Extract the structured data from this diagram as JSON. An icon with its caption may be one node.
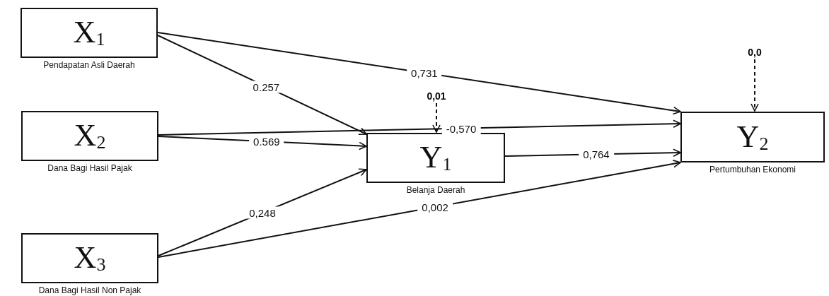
{
  "diagram": {
    "nodes": [
      {
        "text": [
          "X$_{1}$"
        ],
        "beside": [
          "Pendapatan Asli Daerah"
        ]
      },
      {
        "text": [
          "X$_{2}$"
        ],
        "beside": [
          "Dana Bagi Hasil Pajak"
        ]
      },
      {
        "text": [
          "X$_{3}$"
        ],
        "beside": [
          "Dana Bagi Hasil Non Pajak"
        ]
      },
      {
        "text": [
          "Y$_{1}$"
        ],
        "beside": [
          "Belanja Daerah"
        ]
      },
      {
        "text": [
          "Y$_{2}$"
        ],
        "beside": [
          "Pertumbuhan Ekonomi"
        ]
      },
      {
        "text": [
          "0,01"
        ]
      },
      {
        "text": [
          "0,0"
        ]
      }
    ],
    "edges": [
      {
        "from": 0,
        "to": 3,
        "arrow": "to",
        "label": "0.257"
      },
      {
        "from": 0,
        "to": 4,
        "arrow": "to",
        "label": "0,731"
      },
      {
        "from": 1,
        "to": 4,
        "arrow": "to",
        "label": "-0,570"
      },
      {
        "from": 1,
        "to": 3,
        "arrow": "to",
        "label": "0.569"
      },
      {
        "from": 2,
        "to": 3,
        "arrow": "to",
        "label": "0,248"
      },
      {
        "from": 2,
        "to": 4,
        "arrow": "to",
        "label": "0,002"
      },
      {
        "from": 3,
        "to": 4,
        "arrow": "to",
        "label": "0,764"
      },
      {
        "from": 5,
        "to": 3,
        "arrow": "to",
        "style": "dashed"
      },
      {
        "from": 6,
        "to": 4,
        "arrow": "to",
        "style": "dashed"
      }
    ]
  }
}
